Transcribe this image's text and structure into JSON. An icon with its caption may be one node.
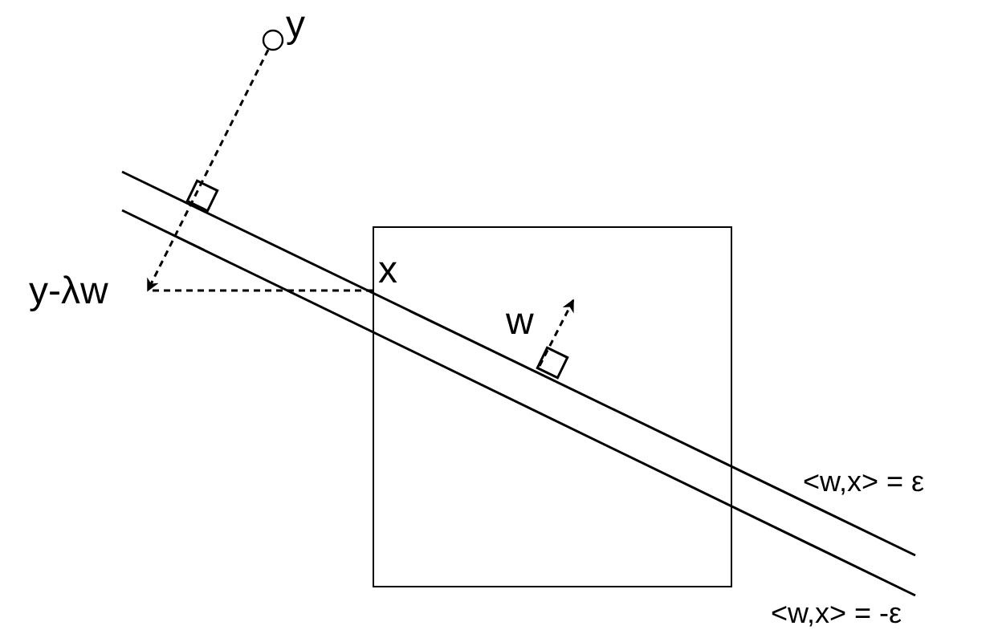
{
  "diagram": {
    "nodes": [
      {
        "text": [],
        "shape": "circle",
        "beside": [
          "y"
        ]
      },
      {
        "text": [
          "y-λw"
        ]
      },
      {
        "text": [],
        "shape": "box"
      },
      {
        "text": [
          "x"
        ],
        "in": 2
      }
    ],
    "edges": [
      {
        "from": 0,
        "to": 1,
        "arrow": "to",
        "style": "dashed"
      },
      {
        "from": 3,
        "to": 1,
        "arrow": "none",
        "style": "dashed"
      }
    ],
    "labels": [
      "w",
      "<w,x> = ε",
      "<w,x> = -ε"
    ]
  }
}
